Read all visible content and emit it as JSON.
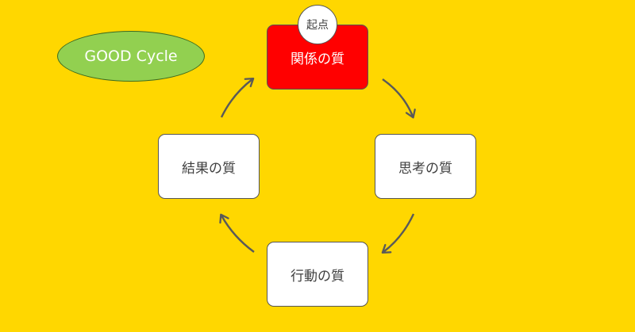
{
  "legend": {
    "label": "GOOD Cycle",
    "fill": "#92D050"
  },
  "start_badge": {
    "label": "起点"
  },
  "nodes": {
    "relationship": {
      "label": "関係の質",
      "fill": "#FF0000"
    },
    "thinking": {
      "label": "思考の質"
    },
    "action": {
      "label": "行動の質"
    },
    "result": {
      "label": "結果の質"
    }
  },
  "colors": {
    "background": "#FFD700",
    "box_fill": "#FFFFFF",
    "arrow": "#595959"
  }
}
